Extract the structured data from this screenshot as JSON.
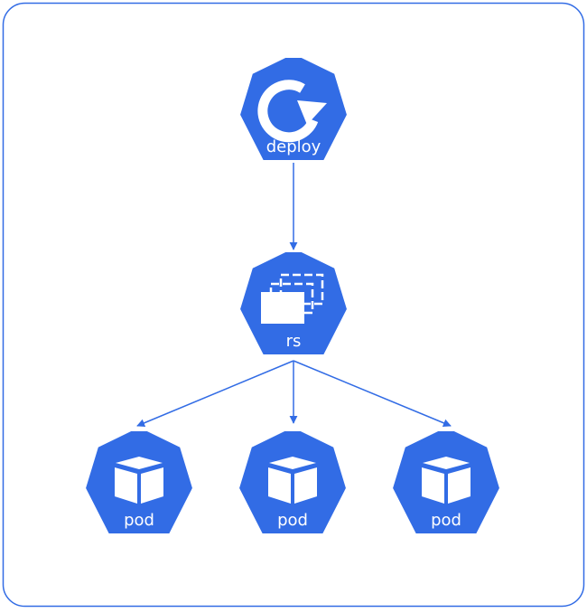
{
  "colors": {
    "node_fill": "#326ce5",
    "frame_stroke": "#326ce5",
    "edge_stroke": "#326ce5",
    "icon_color": "#ffffff",
    "label_color": "#ffffff"
  },
  "nodes": {
    "deploy": {
      "label": "deploy",
      "icon": "deployment-cycle-icon"
    },
    "rs": {
      "label": "rs",
      "icon": "replicaset-stack-icon"
    },
    "pod1": {
      "label": "pod",
      "icon": "pod-cube-icon"
    },
    "pod2": {
      "label": "pod",
      "icon": "pod-cube-icon"
    },
    "pod3": {
      "label": "pod",
      "icon": "pod-cube-icon"
    }
  },
  "edges": [
    {
      "from": "deploy",
      "to": "rs"
    },
    {
      "from": "rs",
      "to": "pod1"
    },
    {
      "from": "rs",
      "to": "pod2"
    },
    {
      "from": "rs",
      "to": "pod3"
    }
  ]
}
